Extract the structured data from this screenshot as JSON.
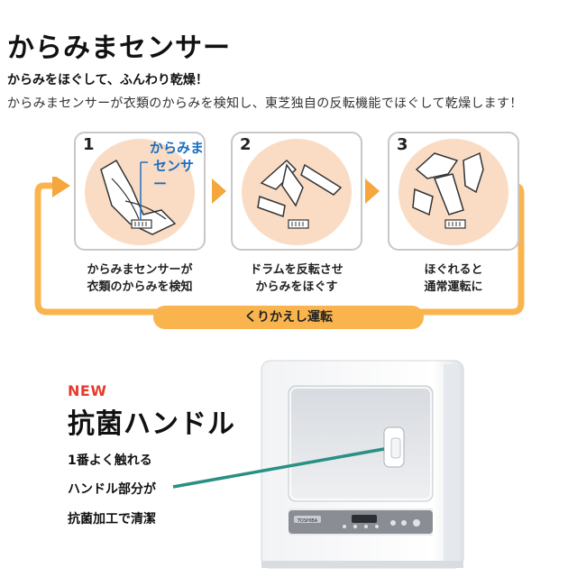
{
  "header": {
    "title": "からみまセンサー",
    "subtitle": "からみをほぐして、ふんわり乾燥！",
    "description": "からみまセンサーが衣類のからみを検知し、東芝独自の反転機能でほぐして乾燥します！"
  },
  "steps": [
    {
      "number": "1",
      "caption_line1": "からみまセンサーが",
      "caption_line2": "衣類のからみを検知"
    },
    {
      "number": "2",
      "caption_line1": "ドラムを反転させ",
      "caption_line2": "からみをほぐす"
    },
    {
      "number": "3",
      "caption_line1": "ほぐれると",
      "caption_line2": "通常運転に"
    }
  ],
  "sensor_label": {
    "line1": "からみま",
    "line2": "センサー"
  },
  "loop_label": "くりかえし運転",
  "handle": {
    "new_badge": "NEW",
    "title": "抗菌ハンドル",
    "features": [
      "1番よく触れる",
      "ハンドル部分が",
      "抗菌加工で清潔"
    ]
  },
  "product": {
    "brand_text": "TOSHIBA"
  },
  "colors": {
    "accent_orange": "#f5a63c",
    "circle_peach": "#fadcc4",
    "sensor_blue": "#1a6fc0",
    "new_red": "#e53b2f",
    "pointer_teal": "#2a8f84"
  }
}
